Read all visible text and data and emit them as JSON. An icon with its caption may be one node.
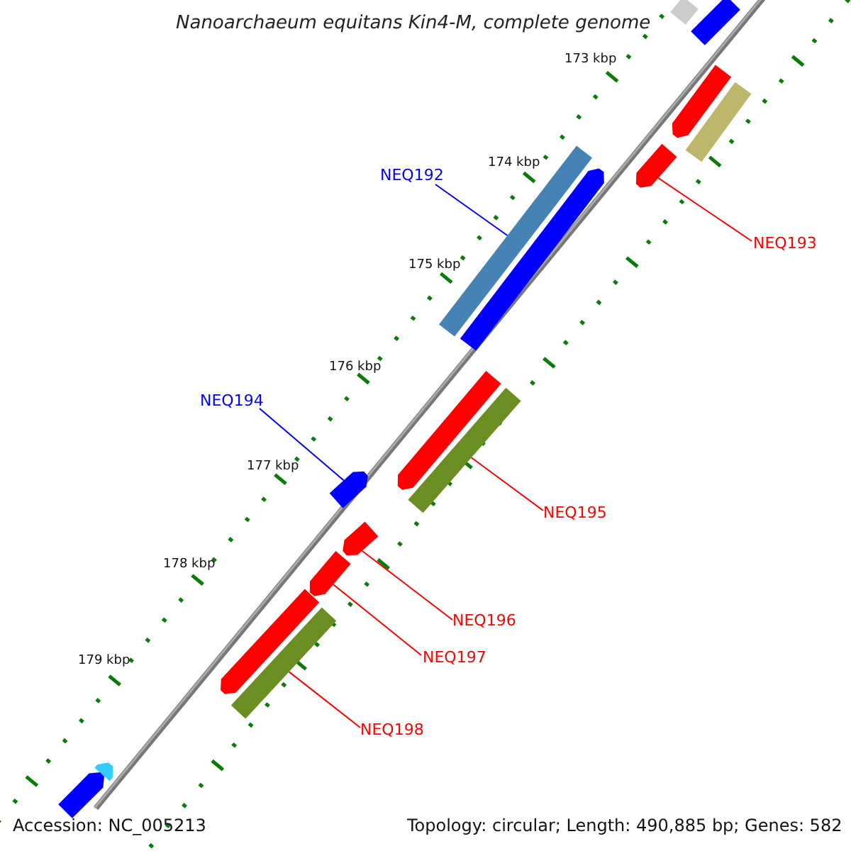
{
  "diagram": {
    "title": "Nanoarchaeum equitans Kin4-M, complete genome",
    "nodes": [
      {
        "text": [
          "NEQ192"
        ]
      },
      {
        "text": [
          "NEQ193"
        ]
      },
      {
        "text": [
          "NEQ194"
        ]
      },
      {
        "text": [
          "NEQ195"
        ]
      },
      {
        "text": [
          "NEQ196"
        ]
      },
      {
        "text": [
          "NEQ197"
        ]
      },
      {
        "text": [
          "NEQ198"
        ]
      },
      {
        "text": [],
        "shape": "bar"
      },
      {
        "text": [],
        "shape": "bar"
      },
      {
        "text": [],
        "shape": "arrow"
      },
      {
        "text": [],
        "shape": "bar"
      },
      {
        "text": [],
        "shape": "arrow"
      },
      {
        "text": [],
        "shape": "bar"
      },
      {
        "text": [],
        "shape": "arrow"
      },
      {
        "text": [],
        "shape": "arrow"
      },
      {
        "text": [],
        "shape": "bar"
      },
      {
        "text": [],
        "shape": "arrow"
      },
      {
        "text": [],
        "shape": "arrow"
      },
      {
        "text": [],
        "shape": "arrow"
      },
      {
        "text": [],
        "shape": "arrow"
      },
      {
        "text": [],
        "shape": "bar"
      },
      {
        "text": [],
        "shape": "arrow"
      },
      {
        "text": [],
        "shape": "arrow"
      }
    ],
    "edges": [
      {
        "from": 0,
        "to": 12,
        "arrow": "none",
        "color": "#0000ff"
      },
      {
        "from": 1,
        "to": 11,
        "arrow": "none"
      },
      {
        "from": 2,
        "to": 16,
        "arrow": "none",
        "color": "#0000ff"
      },
      {
        "from": 3,
        "to": 15,
        "arrow": "none"
      },
      {
        "from": 4,
        "to": 17,
        "arrow": "none"
      },
      {
        "from": 5,
        "to": 18,
        "arrow": "none"
      },
      {
        "from": 6,
        "to": 20,
        "arrow": "none"
      }
    ],
    "labels": [
      "173 kbp",
      "174 kbp",
      "175 kbp",
      "176 kbp",
      "177 kbp",
      "178 kbp",
      "179 kbp",
      "Accession: NC_005213",
      "Topology: circular; Length: 490,885 bp; Genes: 582"
    ]
  }
}
